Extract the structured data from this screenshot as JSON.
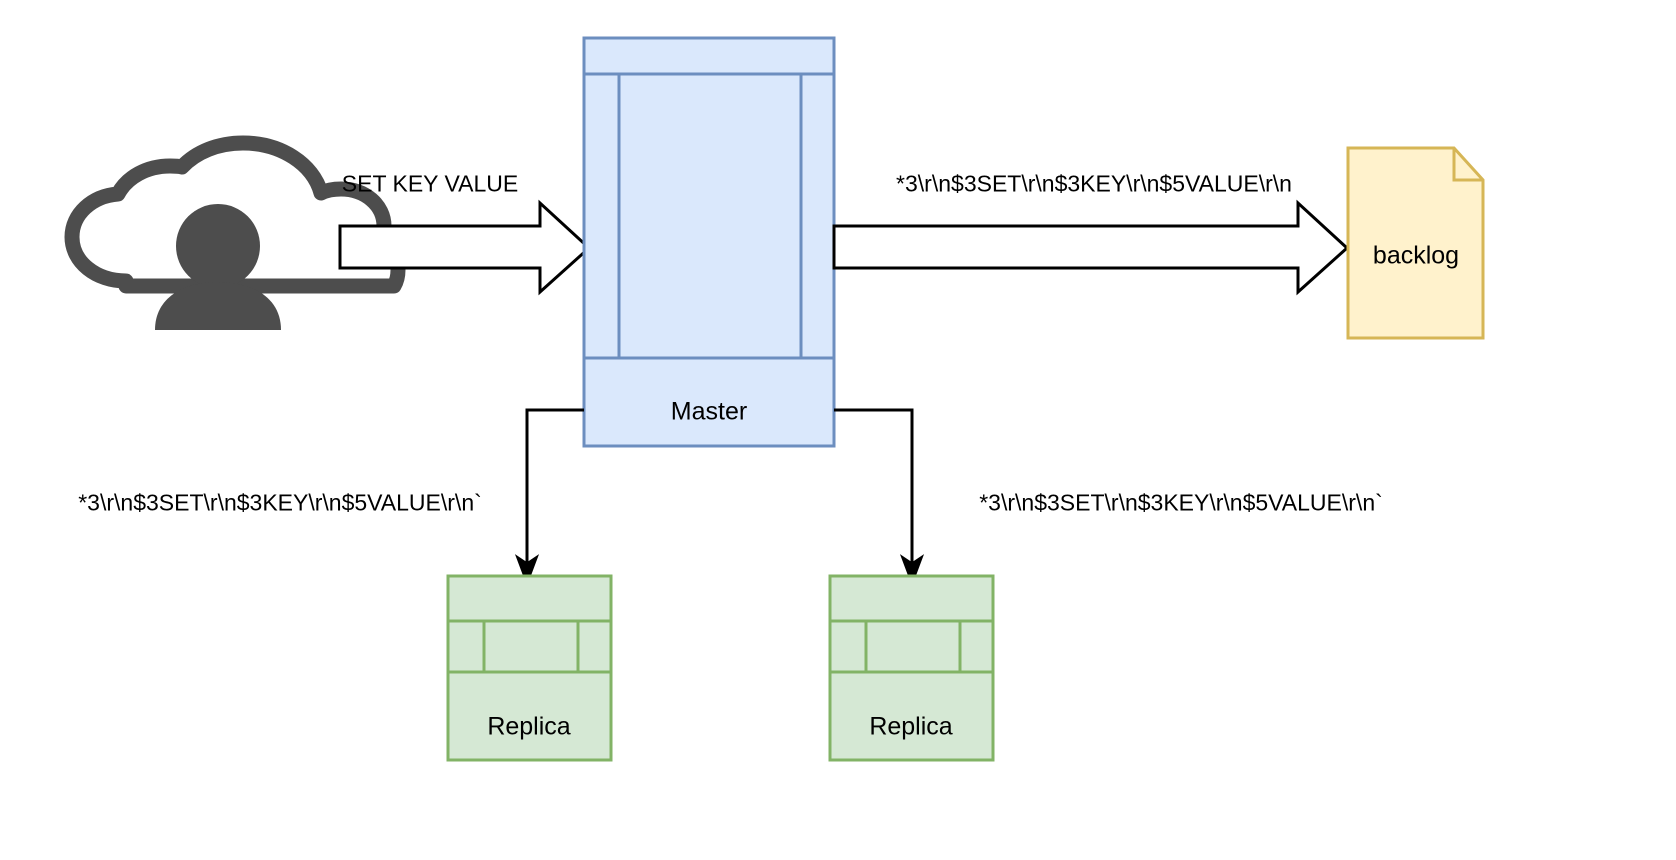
{
  "diagram": {
    "title": "Redis master-replica command propagation",
    "background": "#ffffff",
    "nodes": {
      "client": {
        "label": "",
        "icon": "cloud-user-icon",
        "color": "#4D4D4D"
      },
      "master": {
        "label": "Master",
        "icon": "database-server-icon",
        "fill": "#DAE8FC",
        "stroke": "#6C8EBF"
      },
      "backlog": {
        "label": "backlog",
        "icon": "document-note-icon",
        "fill": "#FFF2CC",
        "stroke": "#D6B656"
      },
      "replica_left": {
        "label": "Replica",
        "icon": "database-server-icon",
        "fill": "#D5E8D4",
        "stroke": "#82B366"
      },
      "replica_right": {
        "label": "Replica",
        "icon": "database-server-icon",
        "fill": "#D5E8D4",
        "stroke": "#82B366"
      }
    },
    "edges": {
      "client_to_master": {
        "label": "SET KEY VALUE",
        "style": "block-arrow"
      },
      "master_to_backlog": {
        "label": "*3\\r\\n$3SET\\r\\n$3KEY\\r\\n$5VALUE\\r\\n",
        "style": "block-arrow"
      },
      "master_to_replica_left": {
        "label": "*3\\r\\n$3SET\\r\\n$3KEY\\r\\n$5VALUE\\r\\n`",
        "style": "orthogonal-arrow"
      },
      "master_to_replica_right": {
        "label": "*3\\r\\n$3SET\\r\\n$3KEY\\r\\n$5VALUE\\r\\n`",
        "style": "orthogonal-arrow"
      }
    }
  }
}
